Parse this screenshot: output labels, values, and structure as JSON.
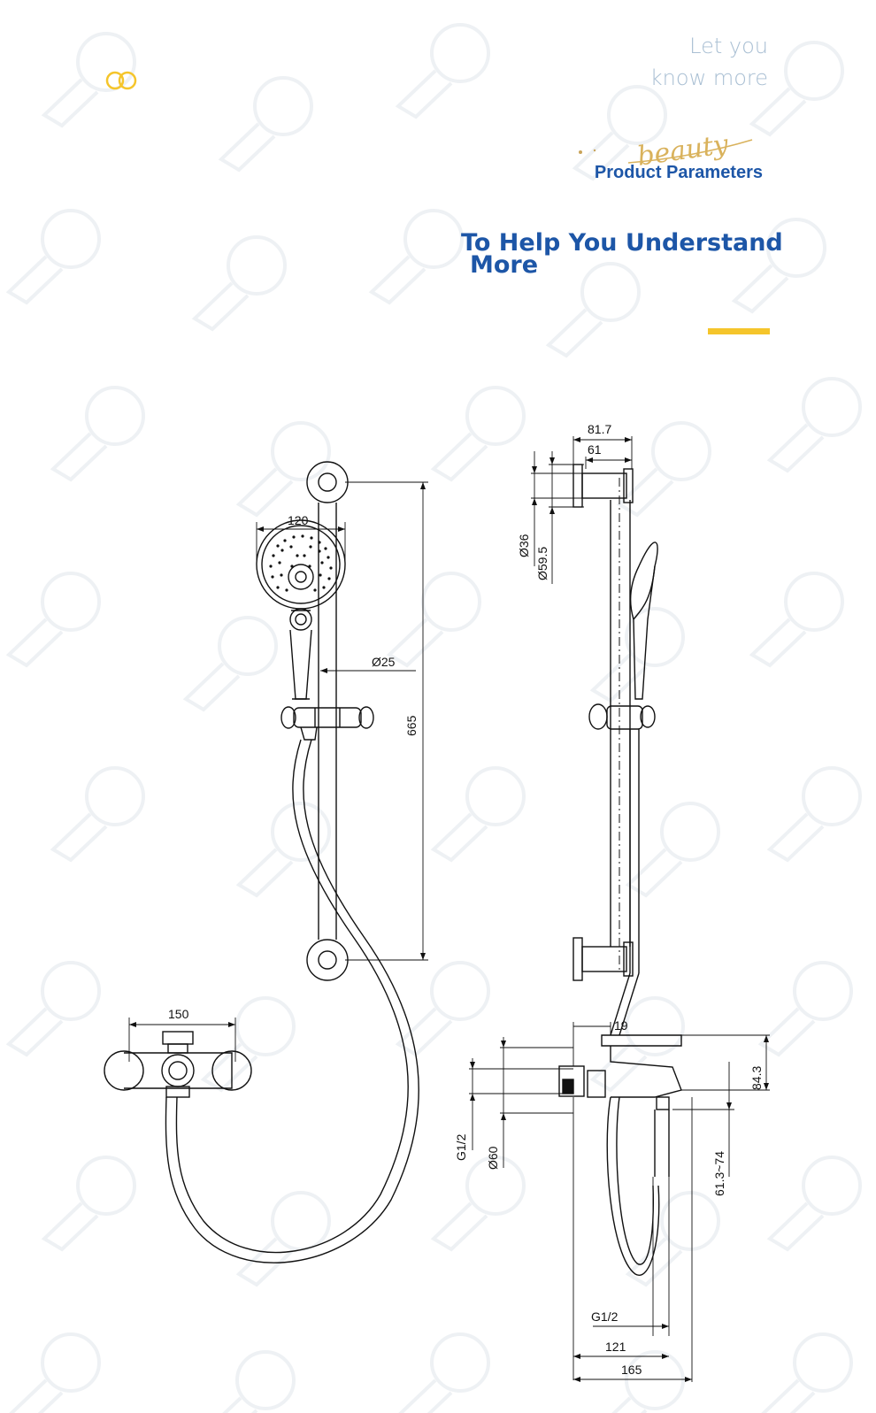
{
  "header": {
    "tagline_line1": "Let you",
    "tagline_line2": "know more",
    "script_signature": "beauty",
    "section_label": "Product Parameters",
    "headline_line1": "To Help You Understand",
    "headline_line2": "More"
  },
  "colors": {
    "accent_blue": "#1d56a7",
    "accent_yellow": "#f5c52b",
    "tagline_gray": "#a9bfd3",
    "line": "#111111",
    "watermark": "#eef1f4"
  },
  "icons": {
    "logo": "interlocking-rings-icon"
  },
  "dimensions": {
    "head_width": "120",
    "handle_diameter": "Ø25",
    "bar_length": "665",
    "mixer_width": "150",
    "bracket_depth": "81.7",
    "bracket_offset": "61",
    "bracket_d1": "Ø36",
    "bracket_d2": "Ø59.5",
    "wall_gap": "19",
    "mixer_height": "84.3",
    "spout_drop": "61.3~74",
    "inlet_thread": "G1/2",
    "escutcheon_d": "Ø60",
    "outlet_thread": "G1/2",
    "spout_reach": "121",
    "total_reach": "165"
  }
}
